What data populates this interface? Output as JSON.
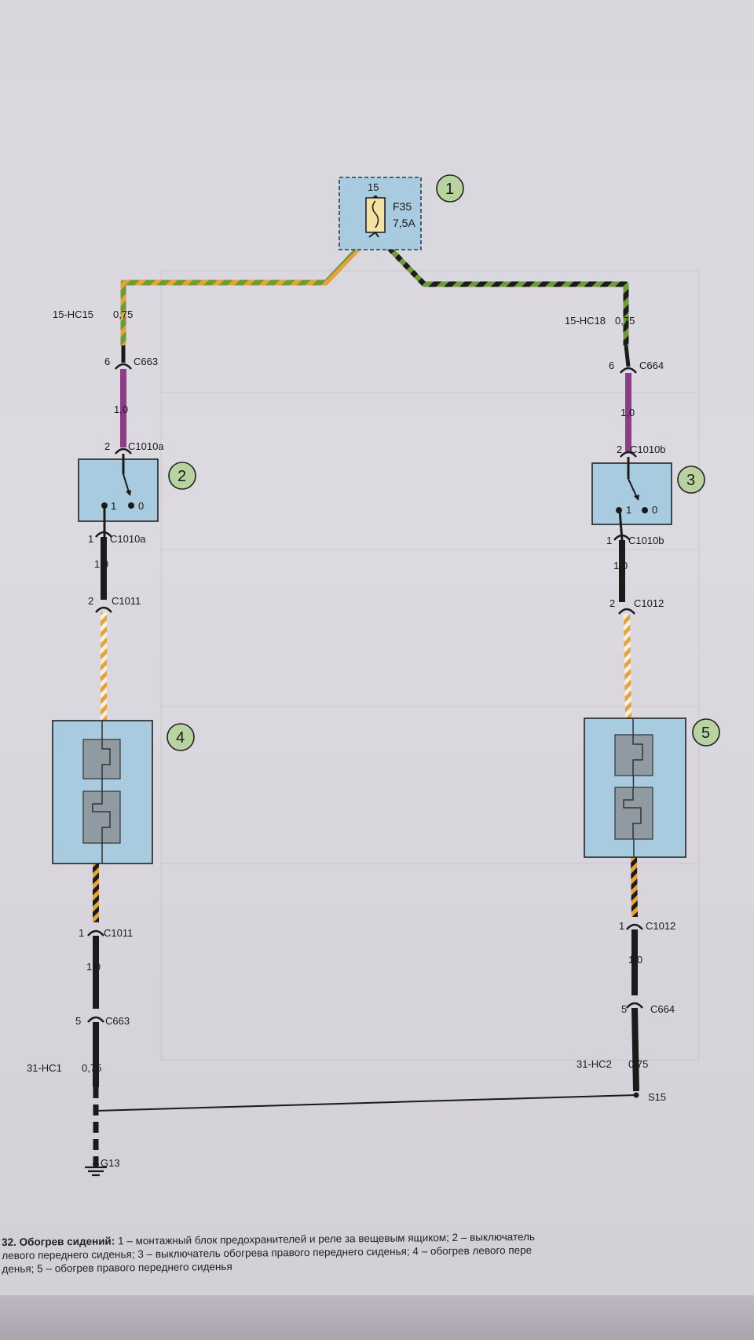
{
  "components": {
    "fuse_block": {
      "number": "1",
      "pin": "15",
      "fuse": "F35",
      "rating": "7,5A"
    },
    "switch_left": {
      "number": "2",
      "pos_on": "1",
      "pos_off": "0"
    },
    "switch_right": {
      "number": "3",
      "pos_on": "1",
      "pos_off": "0"
    },
    "heater_left": {
      "number": "4"
    },
    "heater_right": {
      "number": "5"
    }
  },
  "wires": {
    "left_top": {
      "code": "15-HC15",
      "section": "0,75"
    },
    "right_top": {
      "code": "15-HC18",
      "section": "0,75"
    },
    "left_bottom": {
      "code": "31-HC1",
      "section": "0,75"
    },
    "right_bottom": {
      "code": "31-HC2",
      "section": "0,75"
    },
    "section_1": "1,0"
  },
  "connectors": {
    "left": [
      {
        "pin": "6",
        "name": "C663"
      },
      {
        "pin": "2",
        "name": "C1010a"
      },
      {
        "pin": "1",
        "name": "C1010a"
      },
      {
        "pin": "2",
        "name": "C1011"
      },
      {
        "pin": "1",
        "name": "C1011"
      },
      {
        "pin": "5",
        "name": "C663"
      }
    ],
    "right": [
      {
        "pin": "6",
        "name": "C664"
      },
      {
        "pin": "2",
        "name": "C1010b"
      },
      {
        "pin": "1",
        "name": "C1010b"
      },
      {
        "pin": "2",
        "name": "C1012"
      },
      {
        "pin": "1",
        "name": "C1012"
      },
      {
        "pin": "5",
        "name": "C664"
      }
    ]
  },
  "splice": "S15",
  "ground": "G13",
  "caption": {
    "number": "32.",
    "title": "Обогрев сидений:",
    "line1": "1 – монтажный блок предохранителей и реле за вещевым ящиком; 2 – выключатель",
    "line2": "левого переднего сиденья; 3 – выключатель обогрева правого переднего сиденья; 4 – обогрев левого пере",
    "line3": "денья; 5 – обогрев правого переднего сиденья"
  },
  "colors": {
    "box_fill": "#a9cbe0",
    "badge_fill": "#b9d3a0",
    "wire_green": "#6f9a3a",
    "wire_orange": "#e6a23c",
    "wire_violet": "#8b3e86",
    "wire_black": "#1b1b1b"
  }
}
